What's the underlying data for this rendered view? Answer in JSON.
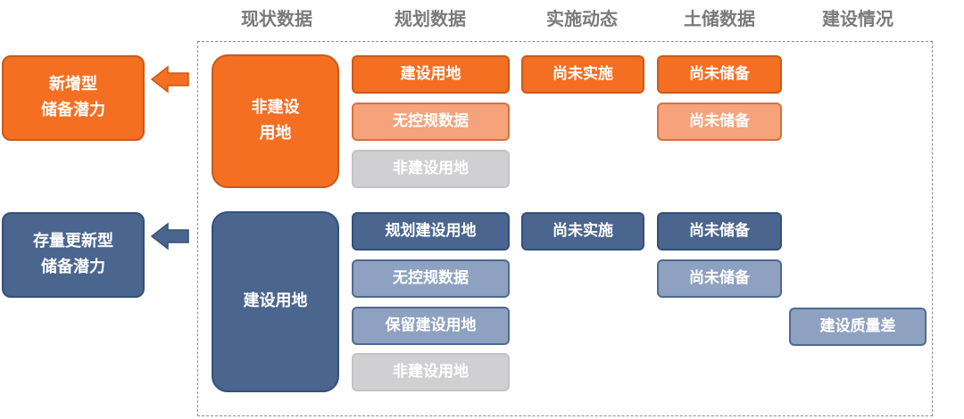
{
  "headers": {
    "current": "现状数据",
    "planning": "规划数据",
    "implementation": "实施动态",
    "land_reserve": "土储数据",
    "construction": "建设情况"
  },
  "side": {
    "new_type": "新增型\n储备潜力",
    "stock_renewal": "存量更新型\n储备潜力"
  },
  "current": {
    "non_construction": "非建设\n用地",
    "construction": "建设用地"
  },
  "planning": {
    "construction_land": "建设用地",
    "no_control_data_1": "无控规数据",
    "non_construction_1": "非建设用地",
    "planned_construction": "规划建设用地",
    "no_control_data_2": "无控规数据",
    "reserved_construction": "保留建设用地",
    "non_construction_2": "非建设用地"
  },
  "implementation": {
    "not_implemented_1": "尚未实施",
    "not_implemented_2": "尚未实施"
  },
  "land_reserve": {
    "not_reserved_1": "尚未储备",
    "not_reserved_2": "尚未储备",
    "not_reserved_3": "尚未储备",
    "not_reserved_4": "尚未储备"
  },
  "construction": {
    "poor_quality": "建设质量差"
  },
  "colors": {
    "orange": "#f46f22",
    "light_orange": "#f6a27a",
    "gray": "#d0d0d2",
    "blue": "#4a668e",
    "light_blue": "#8ea1c0",
    "header_text": "#7a7a7a"
  }
}
